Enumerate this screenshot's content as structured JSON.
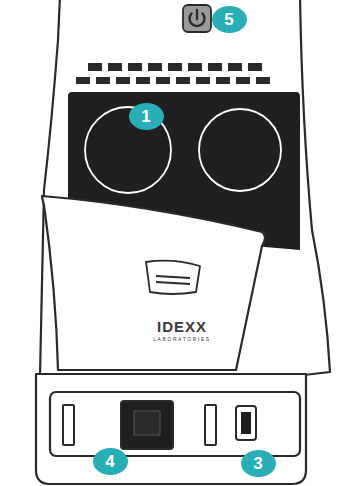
{
  "diagram": {
    "labels": [
      "5",
      "1",
      "IDEXX",
      "LABORATORIES",
      "4",
      "3"
    ]
  }
}
